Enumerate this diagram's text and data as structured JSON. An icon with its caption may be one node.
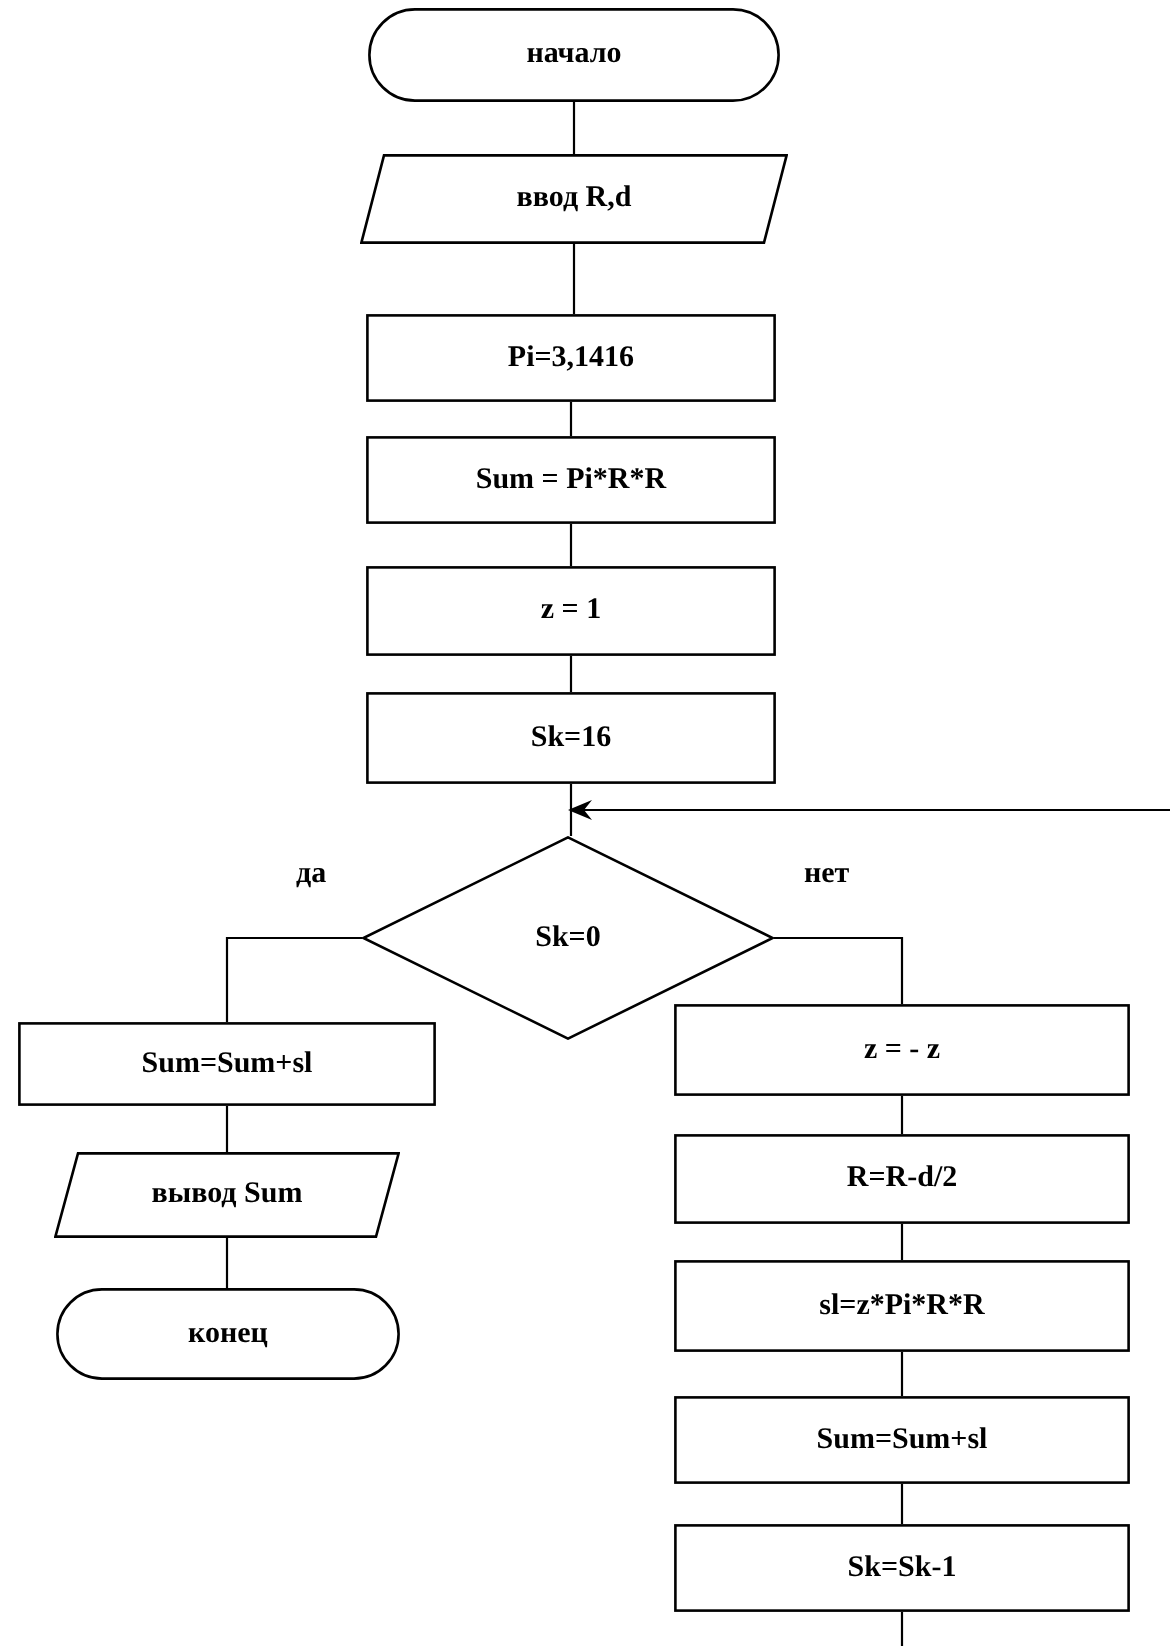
{
  "diagram": {
    "nodes": [
      {
        "text": [
          "начало"
        ]
      },
      {
        "text": [
          "ввод R,d"
        ]
      },
      {
        "text": [
          "Pi=3,1416"
        ]
      },
      {
        "text": [
          "Sum = Pi*R*R"
        ]
      },
      {
        "text": [
          "z = 1"
        ]
      },
      {
        "text": [
          "Sk=16"
        ]
      },
      {
        "text": [
          "Sk=0"
        ]
      },
      {
        "text": [
          "Sum=Sum+sl"
        ]
      },
      {
        "text": [
          "вывод Sum"
        ]
      },
      {
        "text": [
          "конец"
        ]
      },
      {
        "text": [
          "z = - z"
        ]
      },
      {
        "text": [
          "R=R-d/2"
        ]
      },
      {
        "text": [
          "sl=z*Pi*R*R"
        ]
      },
      {
        "text": [
          "Sum=Sum+sl"
        ]
      },
      {
        "text": [
          "Sk=Sk-1"
        ]
      }
    ],
    "edges": [
      {
        "from": 0,
        "to": 1,
        "arrow": "none"
      },
      {
        "from": 1,
        "to": 2,
        "arrow": "none"
      },
      {
        "from": 2,
        "to": 3,
        "arrow": "none"
      },
      {
        "from": 3,
        "to": 4,
        "arrow": "none"
      },
      {
        "from": 4,
        "to": 5,
        "arrow": "none"
      },
      {
        "from": 5,
        "to": 6,
        "arrow": "none"
      },
      {
        "from": 6,
        "to": 7,
        "arrow": "none",
        "label": "да"
      },
      {
        "from": 7,
        "to": 8,
        "arrow": "none"
      },
      {
        "from": 8,
        "to": 9,
        "arrow": "none"
      },
      {
        "from": 6,
        "to": 10,
        "arrow": "none",
        "label": "нет"
      },
      {
        "from": 10,
        "to": 11,
        "arrow": "none"
      },
      {
        "from": 11,
        "to": 12,
        "arrow": "none"
      },
      {
        "from": 12,
        "to": 13,
        "arrow": "none"
      },
      {
        "from": 13,
        "to": 14,
        "arrow": "none"
      },
      {
        "from": 14,
        "to": null,
        "arrow": "none"
      },
      {
        "from": null,
        "to": 6,
        "arrow": "to"
      }
    ]
  }
}
